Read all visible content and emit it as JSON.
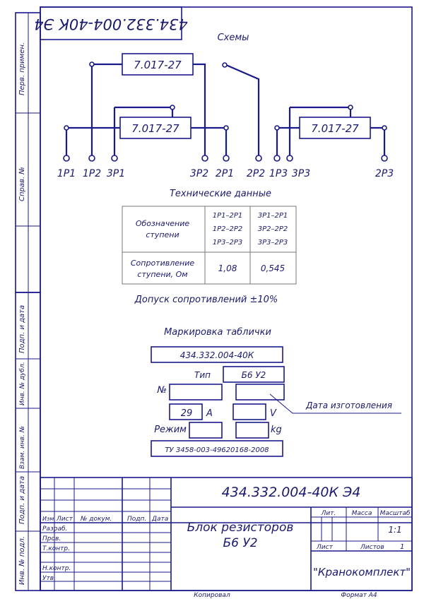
{
  "stamp_top": "434.332.004-40К Э4",
  "scheme": {
    "title": "Схемы",
    "block_label": "7.017-27",
    "terminals": [
      "1Р1",
      "1Р2",
      "3Р1",
      "3Р2",
      "2Р1",
      "2Р2",
      "1Р3",
      "3Р3",
      "2Р3"
    ]
  },
  "tech": {
    "title": "Технические данные",
    "header_label_l1": "Обозначение",
    "header_label_l2": "ступени",
    "col1": [
      "1Р1–2Р1",
      "1Р2–2Р2",
      "1Р3–2Р3"
    ],
    "col2": [
      "3Р1–2Р1",
      "3Р2–2Р2",
      "3Р3–2Р3"
    ],
    "res_label_l1": "Сопротивление",
    "res_label_l2": "ступени, Ом",
    "val1": "1,08",
    "val2": "0,545",
    "tolerance": "Допуск сопротивлений ±10%"
  },
  "plate": {
    "title": "Маркировка таблички",
    "code": "434.332.004-40К",
    "type_label": "Тип",
    "type_value": "Б6 У2",
    "number_label": "№",
    "date_label": "Дата изготовления",
    "current_value": "29",
    "current_unit": "А",
    "voltage_unit": "V",
    "mode_label": "Режим",
    "mass_unit": "kg",
    "tu": "ТУ 3458-003-49620168-2008"
  },
  "side": [
    "Перв. примен.",
    "Справ. №",
    "Подп. и дата",
    "Инв. № дубл.",
    "Взам. инв. №",
    "Подп. и дата",
    "Инв. № подл."
  ],
  "title_block": {
    "designation": "434.332.004-40К Э4",
    "name_l1": "Блок резисторов",
    "name_l2": "Б6 У2",
    "hdr": [
      "Изм",
      "Лист",
      "№ докум.",
      "Подп.",
      "Дата"
    ],
    "roles": [
      "Разраб.",
      "Пров.",
      "Т.контр.",
      "",
      "Н.контр.",
      "Утв."
    ],
    "lit": "Лит.",
    "mass": "Масса",
    "scale": "Масштаб",
    "scale_value": "1:1",
    "sheet": "Лист",
    "sheets": "Листов",
    "sheets_value": "1",
    "company": "\"Кранокомплект\"",
    "copied": "Копировал",
    "format": "Формат   А4"
  }
}
